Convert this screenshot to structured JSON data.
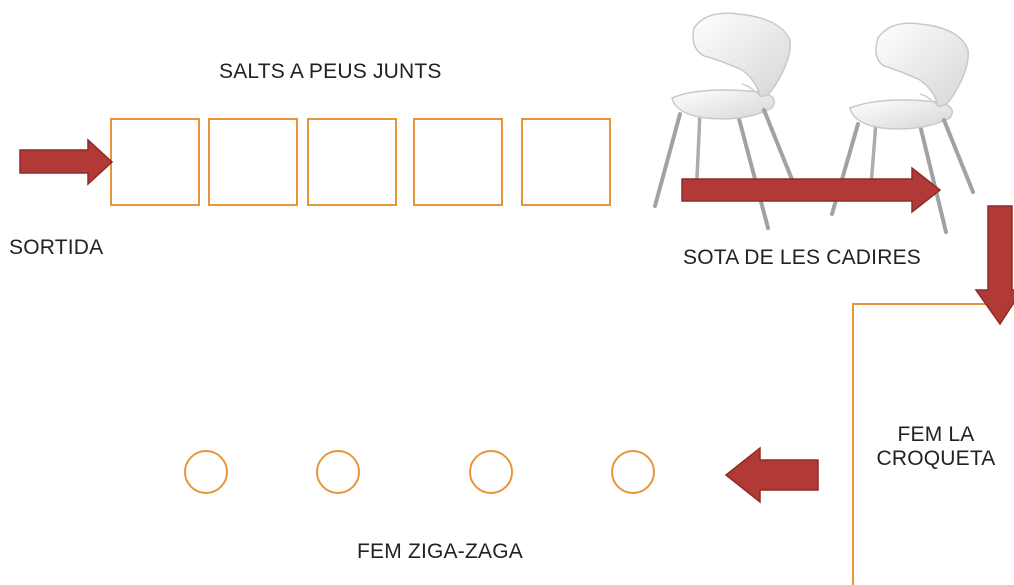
{
  "labels": {
    "salts": "SALTS A PEUS JUNTS",
    "sortida": "SORTIDA",
    "sota": "SOTA DE LES CADIRES",
    "croqueta_line1": "FEM LA",
    "croqueta_line2": "CROQUETA",
    "ziga": "FEM ZIGA-ZAGA"
  },
  "colors": {
    "obstacle_outline": "#e8953a",
    "arrow_fill": "#b13a36",
    "arrow_stroke": "#8e2b28",
    "chair_shell": "#f2f2f2",
    "chair_legs": "#9ea3a8"
  },
  "icons": {
    "chair": "chair-icon",
    "arrow": "arrow-icon"
  }
}
